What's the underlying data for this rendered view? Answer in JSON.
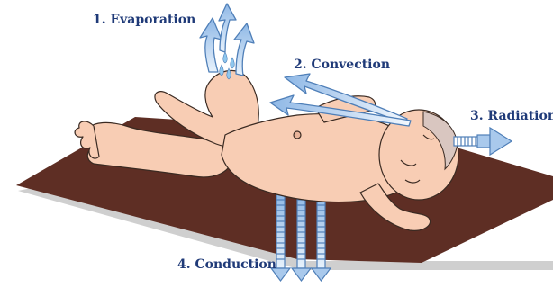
{
  "labels": {
    "evaporation": "1.  Evaporation",
    "convection": "2.  Convection",
    "radiation": "3.  Radiation",
    "conduction": "4.  Conduction"
  },
  "colors": {
    "label_text": "#1f3a78",
    "mat": "#5e2e24",
    "mat_shadow": "#c9c9c9",
    "skin": "#f8cdb4",
    "skin_outline": "#3a2a22",
    "arrow_fill": "#a9c9ec",
    "arrow_stroke": "#4f7fb8",
    "water_drop": "#8ec7ee"
  }
}
